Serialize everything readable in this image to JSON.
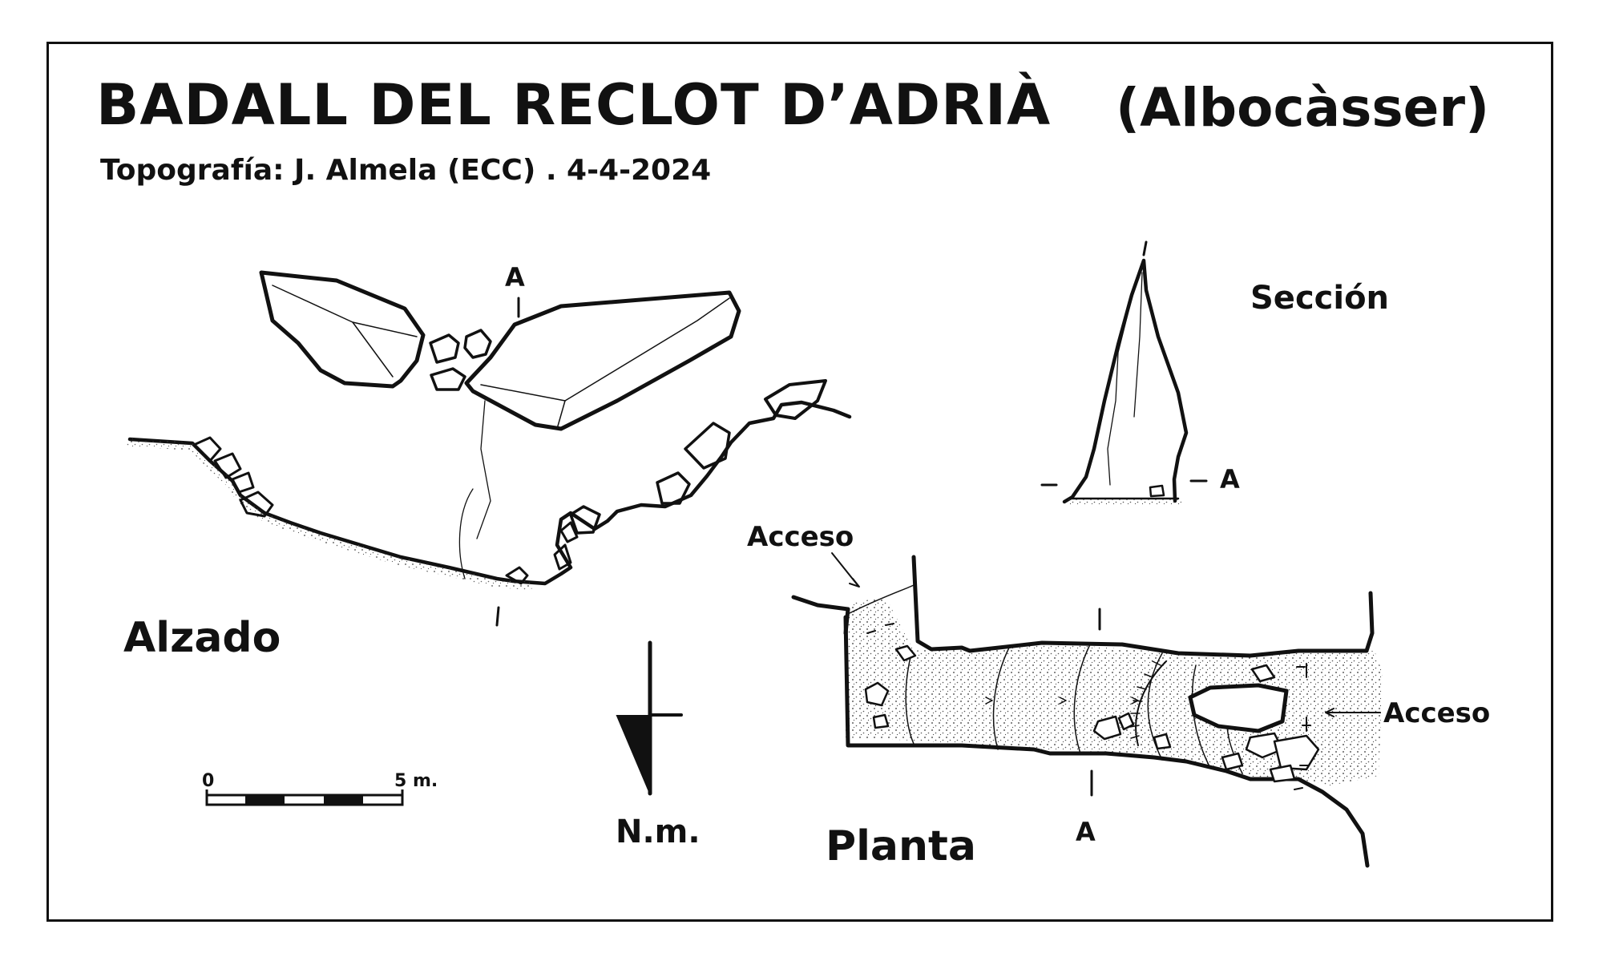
{
  "title": "BADALL DEL RECLOT D’ADRIÀ",
  "town": "(Albocàsser)",
  "credits": "Topografía:  J. Almela   (ECC)     .     4-4-2024",
  "labels": {
    "seccion": "Sección",
    "alzado": "Alzado",
    "planta": "Planta",
    "north": "N.m.",
    "acceso_left": "Acceso",
    "acceso_right": "Acceso",
    "section_mark": "A"
  },
  "scale": {
    "start": "0",
    "end": "5 m."
  },
  "colors": {
    "ink": "#111111",
    "paper": "#ffffff"
  }
}
